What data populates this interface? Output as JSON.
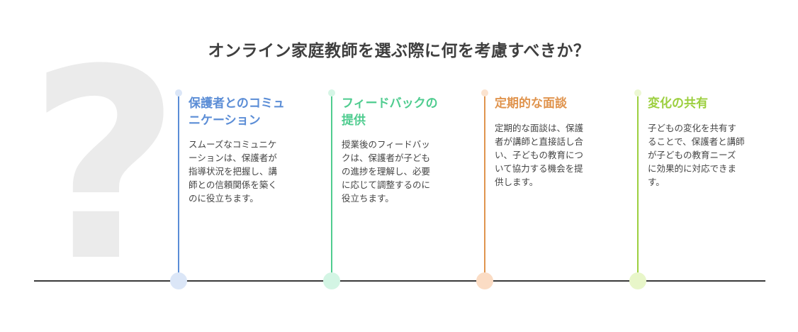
{
  "title": "オンライン家庭教師を選ぶ際に何を考慮すべきか？",
  "decoration": {
    "glyph": "?"
  },
  "steps": [
    {
      "title_lines": [
        "保護者とのコミュ",
        "ニケーション"
      ],
      "desc_lines": [
        "スムーズなコミュニケ",
        "ーションは、保護者が",
        "指導状況を把握し、講",
        "師との信頼関係を築く",
        "のに役立ちます。"
      ],
      "color": "#5b8dd6",
      "dot_top_color": "#dbe6f7",
      "dot_color": "#dbe6f7"
    },
    {
      "title_lines": [
        "フィードバックの",
        "提供"
      ],
      "desc_lines": [
        "授業後のフィードバッ",
        "クは、保護者が子ども",
        "の進捗を理解し、必要",
        "に応じて調整するのに",
        "役立ちます。"
      ],
      "color": "#4fcc8f",
      "dot_top_color": "#d6f5e6",
      "dot_color": "#d3f5e4"
    },
    {
      "title_lines": [
        "定期的な面談"
      ],
      "desc_lines": [
        "定期的な面談は、保護",
        "者が講師と直接話し合",
        "い、子どもの教育につ",
        "いて協力する機会を提",
        "供します。"
      ],
      "color": "#e0944e",
      "dot_top_color": "#fbe3cf",
      "dot_color": "#fbdcc4"
    },
    {
      "title_lines": [
        "変化の共有"
      ],
      "desc_lines": [
        "子どもの変化を共有す",
        "ることで、保護者と講師",
        "が子どもの教育ニーズ",
        "に効果的に対応できま",
        "す。"
      ],
      "color": "#9ccf3f",
      "dot_top_color": "#ecf7d3",
      "dot_color": "#e8f6c9"
    }
  ]
}
